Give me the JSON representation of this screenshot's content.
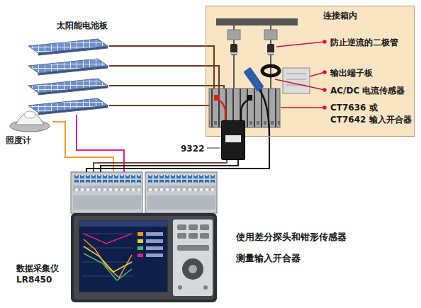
{
  "diagram": {
    "nodes": [
      {
        "text": [
          "太阳能电池板"
        ]
      },
      {
        "text": [
          "连接箱内"
        ]
      },
      {
        "text": [
          "照度计"
        ]
      },
      {
        "text": [
          "9322"
        ]
      },
      {
        "text": [
          "数据采集仪 LR8450"
        ]
      }
    ],
    "edges": [
      {
        "from": 0,
        "to": 1,
        "arrow": "none"
      },
      {
        "from": 0,
        "to": 4,
        "arrow": "none"
      },
      {
        "from": 2,
        "to": 4,
        "arrow": "none"
      },
      {
        "from": 3,
        "to": 4,
        "arrow": "none"
      },
      {
        "from": 1,
        "to": 4,
        "arrow": "none"
      }
    ],
    "labels": [
      "防止逆流的二极管",
      "输出端子板",
      "AC/DC 电流传感器",
      "CT7636 或 CT7642 输入开合器",
      "使用差分探头和钳形传感器 测量输入开合器"
    ]
  }
}
